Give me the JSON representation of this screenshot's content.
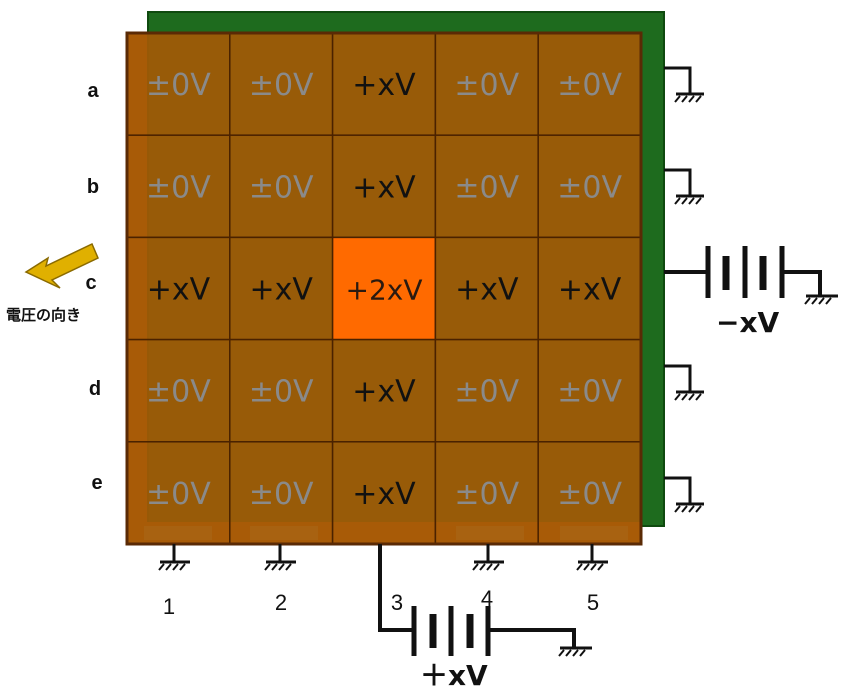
{
  "rows": [
    "a",
    "b",
    "c",
    "d",
    "e"
  ],
  "columns": [
    "1",
    "2",
    "3",
    "4",
    "5"
  ],
  "cells": [
    [
      "±0V",
      "±0V",
      "+xV",
      "±0V",
      "±0V"
    ],
    [
      "±0V",
      "±0V",
      "+xV",
      "±0V",
      "±0V"
    ],
    [
      "+xV",
      "+xV",
      "+2xV",
      "+xV",
      "+xV"
    ],
    [
      "±0V",
      "±0V",
      "+xV",
      "±0V",
      "±0V"
    ],
    [
      "±0V",
      "±0V",
      "+xV",
      "±0V",
      "±0V"
    ]
  ],
  "arrow_caption": "電圧の向き",
  "battery_right_label": "−xV",
  "battery_bottom_label": "＋xV",
  "colors": {
    "cell": "#a15a06",
    "cell_active": "#ff6a00",
    "grid_line": "#4a2200",
    "frame": "#5a2a05",
    "green_plate": "#1e6b1e",
    "orange_strip": "#ff6a10",
    "pale_strip": "#ffc8a0",
    "zero_text": "#8a8a8a",
    "volt_text": "#111111"
  }
}
